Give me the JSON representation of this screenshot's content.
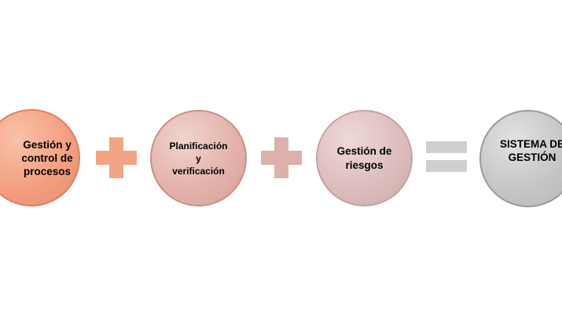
{
  "diagram": {
    "items": [
      {
        "label": "Gestión y\ncontrol de\nprocesos",
        "color": "#f3a080"
      },
      {
        "label": "Planificación\ny\nverificación",
        "color": "#e3b3ab"
      },
      {
        "label": "Gestión de\nriesgos",
        "color": "#ddbdbd"
      },
      {
        "label": "SISTEMA DE\nGESTIÓN",
        "color": "#c6c6c6"
      }
    ],
    "operators": [
      {
        "symbol": "plus-icon",
        "color": "#f2a585"
      },
      {
        "symbol": "plus-icon",
        "color": "#deb0ab"
      },
      {
        "symbol": "equals-icon",
        "color": "#cfcfcf"
      }
    ]
  }
}
